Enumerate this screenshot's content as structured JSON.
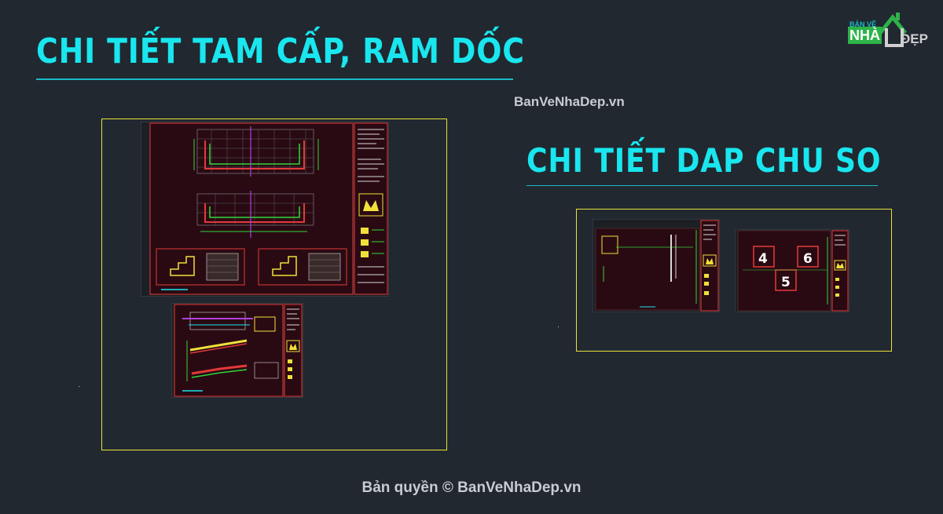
{
  "header": {
    "title_ramps": "CHI TIẾT TAM CẤP, RAM DỐC",
    "title_numbers": "CHI TIẾT DAP CHU SO"
  },
  "watermark": {
    "site": "BanVeNhaDep.vn",
    "copyright": "Bản quyền © BanVeNhaDep.vn"
  },
  "logo": {
    "line1": "BẢN VẼ",
    "line2": "NHÀ",
    "line3": "ĐẸP"
  },
  "drawings": {
    "number_labels": [
      "4",
      "6",
      "5"
    ]
  },
  "colors": {
    "background": "#212830",
    "title": "#19e6ee",
    "frame": "#e9e23a",
    "sheet_border": "#e23a3a",
    "sheet_fill": "#2a0a12",
    "cad_green": "#2fd63a",
    "cad_yellow": "#f0e03a"
  }
}
